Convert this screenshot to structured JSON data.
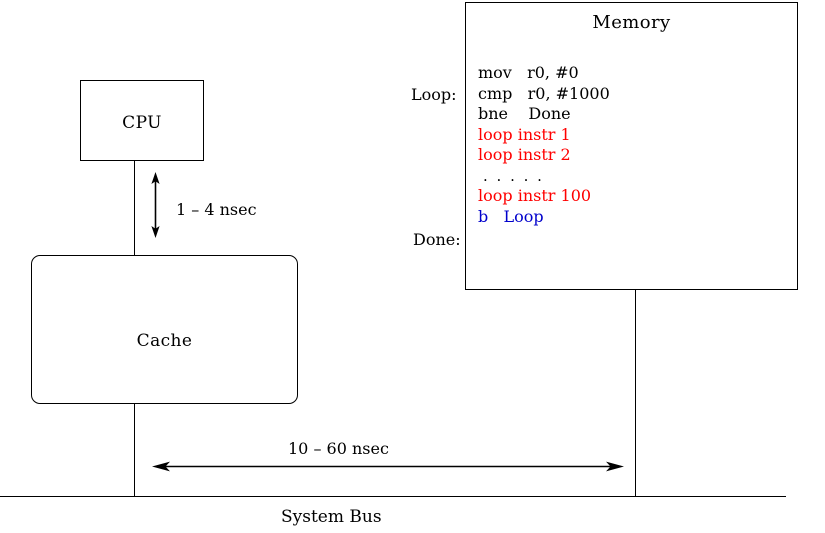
{
  "diagram": {
    "title": "CPU cache and memory latency diagram",
    "colors": {
      "stroke": "#000000",
      "code_highlight_red": "#FF0000",
      "code_branch_blue": "#0000CC",
      "background": "#FFFFFF"
    }
  },
  "blocks": {
    "cpu": {
      "label": "CPU"
    },
    "cache": {
      "label": "Cache"
    },
    "memory": {
      "label": "Memory"
    }
  },
  "memory_code": {
    "row_labels": {
      "loop": "Loop:",
      "done": "Done:"
    },
    "lines": [
      {
        "text": "mov   r0, #0",
        "color": "#000000"
      },
      {
        "text": "cmp   r0, #1000",
        "color": "#000000"
      },
      {
        "text": "bne    Done",
        "color": "#000000"
      },
      {
        "text": "loop instr 1",
        "color": "#FF0000"
      },
      {
        "text": "loop instr 2",
        "color": "#FF0000"
      },
      {
        "text": ". . . . .",
        "color": "#000000"
      },
      {
        "text": "loop instr 100",
        "color": "#FF0000"
      },
      {
        "text": "b   Loop",
        "color": "#0000CC"
      }
    ]
  },
  "annotations": {
    "cpu_cache_latency": "1 – 4 nsec",
    "bus_latency": "10 – 60 nsec",
    "system_bus": "System Bus"
  }
}
